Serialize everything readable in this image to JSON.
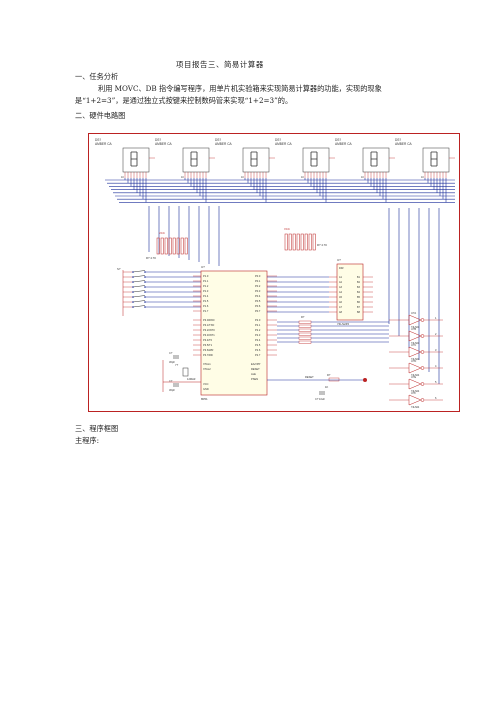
{
  "doc": {
    "title": "项目报告三、简易计算器",
    "section1_heading": "一、任务分析",
    "section1_para_line1": "利用 MOVC、DB 指令编写程序，用单片机实验箱来实现简易计算器的功能，实现的现象",
    "section1_para_line2": "是“1+2=3”，是通过独立式按键来控制数码管来实现“1+2=3”的。",
    "section2_heading": "二、硬件电路图",
    "section3_heading": "三、程序框图",
    "main_program_label": "主程序:"
  },
  "schematic": {
    "displays": [
      {
        "ref": "DS?",
        "part": "AMBER CA"
      },
      {
        "ref": "DS?",
        "part": "AMBER CA"
      },
      {
        "ref": "DS?",
        "part": "AMBER CA"
      },
      {
        "ref": "DS?",
        "part": "AMBER CA"
      },
      {
        "ref": "DS?",
        "part": "AMBER CA"
      },
      {
        "ref": "DS?",
        "part": "AMBER CA"
      }
    ],
    "mcu": {
      "ref": "U?",
      "part": "8051",
      "left_pins": [
        "P1.0",
        "P1.1",
        "P1.2",
        "P1.3",
        "P1.4",
        "P1.5",
        "P1.6",
        "P1.7"
      ],
      "left_pins2": [
        "P3.0/RXD",
        "P3.1/TXD",
        "P3.2/INT0",
        "P3.3/INT1",
        "P3.4/T0",
        "P3.5/T1",
        "P3.6/WR",
        "P3.7/RD"
      ],
      "right_pins": [
        "P0.0",
        "P0.1",
        "P0.2",
        "P0.3",
        "P0.4",
        "P0.5",
        "P0.6",
        "P0.7"
      ],
      "right_pins2": [
        "P2.0",
        "P2.1",
        "P2.2",
        "P2.3",
        "P2.4",
        "P2.5",
        "P2.6",
        "P2.7"
      ],
      "misc": [
        "XTAL1",
        "XTAL2",
        "ALE",
        "PSEN",
        "EA/VPP",
        "RESET",
        "VCC",
        "GND"
      ]
    },
    "latch": {
      "ref": "U?",
      "part": "74LS245",
      "label": "DIR"
    },
    "res_array": "R? 4.7K",
    "crystal": "12MHZ",
    "caps": [
      "C?",
      "C?",
      "C?"
    ],
    "cap_values": [
      "30pF",
      "30pF",
      "10uF"
    ],
    "reset_label": "RESET",
    "res_values": [
      "R?",
      "1K"
    ],
    "inverters": [
      "U?A",
      "U?B",
      "U?C",
      "U?D",
      "U?E",
      "U?F"
    ],
    "inverter_part": "74LS04",
    "digit_labels": [
      "1",
      "2",
      "3",
      "4",
      "5",
      "6"
    ]
  }
}
